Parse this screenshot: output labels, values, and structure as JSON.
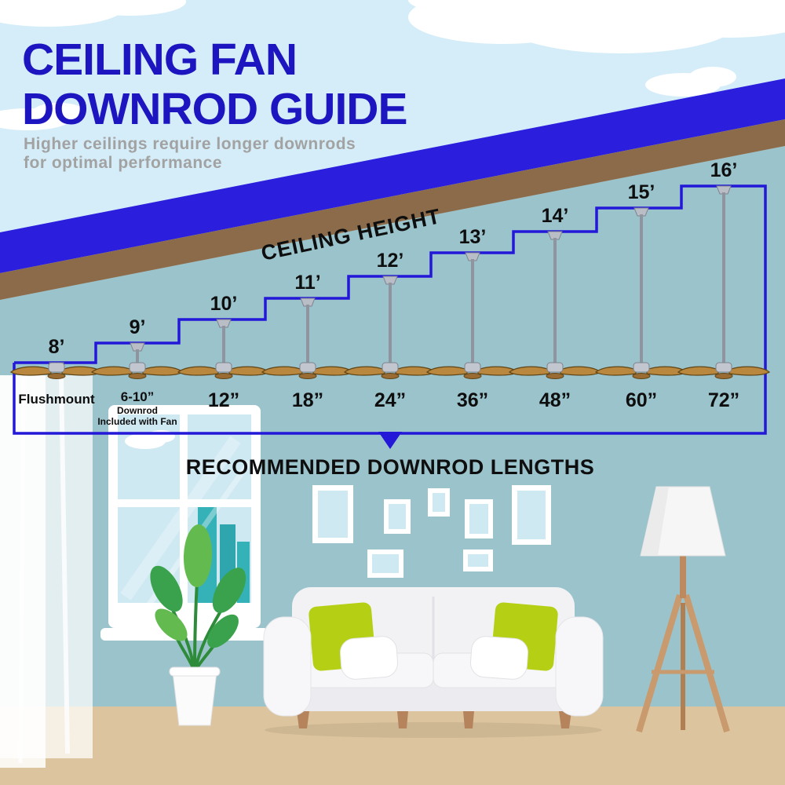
{
  "title": {
    "line1": "CEILING FAN",
    "line2": "DOWNROD GUIDE"
  },
  "subtitle": {
    "line1": "Higher ceilings require longer downrods",
    "line2": "for optimal performance"
  },
  "labels": {
    "ceiling_height": "CEILING HEIGHT",
    "recommended": "RECOMMENDED DOWNROD LENGTHS"
  },
  "fans": [
    {
      "height": "8’",
      "rod": "Flushmount"
    },
    {
      "height": "9’",
      "rod": "6-10”",
      "rod_note1": "Downrod",
      "rod_note2": "Included with Fan"
    },
    {
      "height": "10’",
      "rod": "12”"
    },
    {
      "height": "11’",
      "rod": "18”"
    },
    {
      "height": "12’",
      "rod": "24”"
    },
    {
      "height": "13’",
      "rod": "36”"
    },
    {
      "height": "14’",
      "rod": "48”"
    },
    {
      "height": "15’",
      "rod": "60”"
    },
    {
      "height": "16’",
      "rod": "72”"
    }
  ],
  "colors": {
    "title_blue": "#1d15c0",
    "roof_blue": "#2b1fdd",
    "roof_brown": "#8c6b4a",
    "wall_teal": "#9bc3cc",
    "floor_tan": "#dcc59e",
    "guide_line_blue": "#2318d8",
    "pillow_green": "#b5d014",
    "blade_brown": "#b9883e",
    "sky_blue": "#d4edf8"
  }
}
